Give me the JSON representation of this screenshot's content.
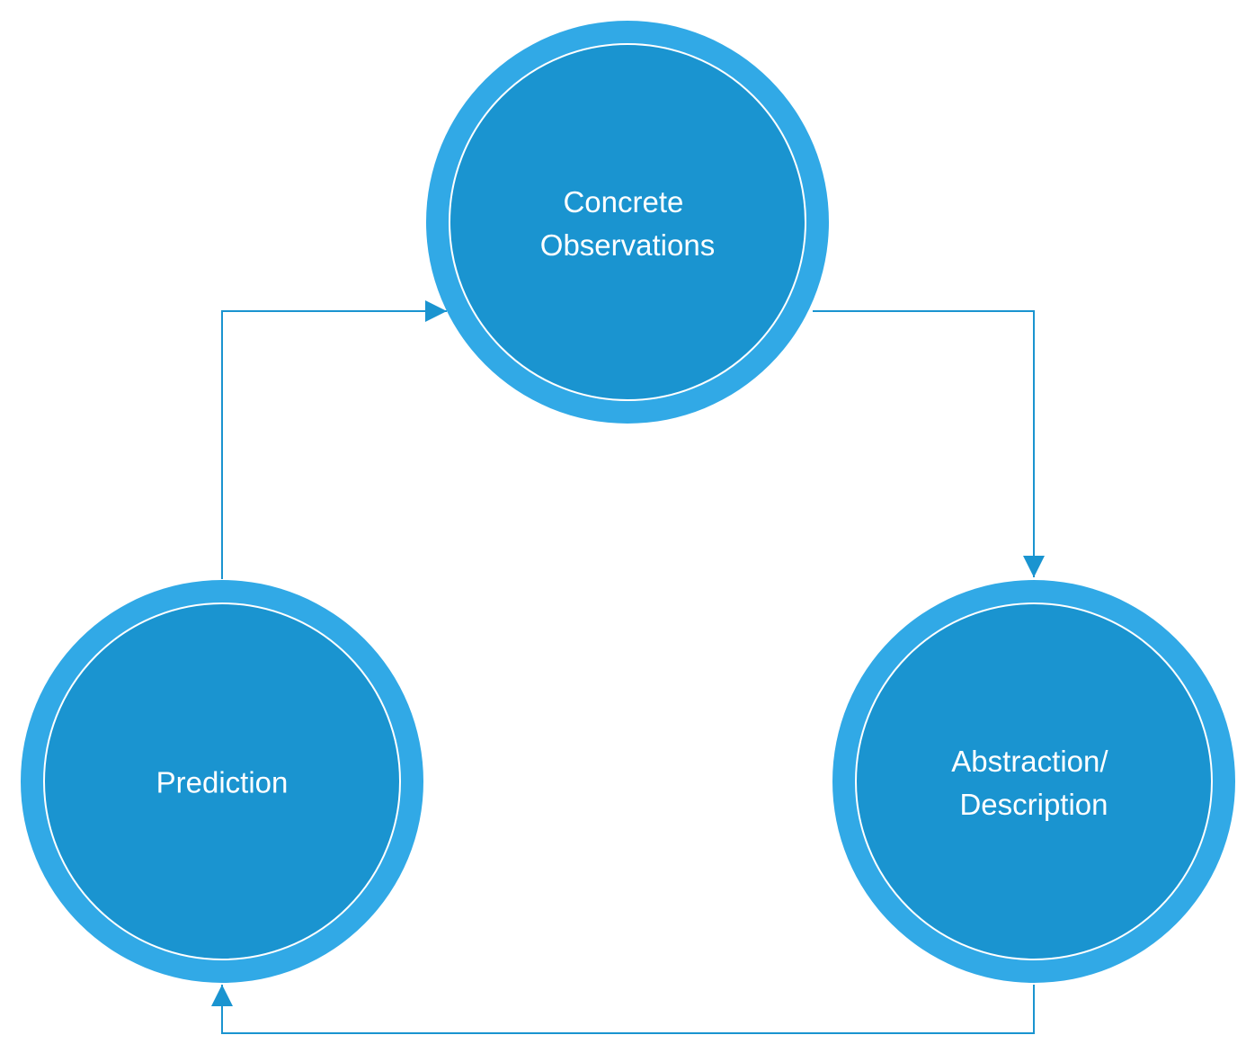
{
  "diagram": {
    "type": "cycle",
    "colors": {
      "outer_ring": "#31a9e6",
      "inner_fill": "#1a94d0",
      "inner_border": "#ffffff",
      "connector": "#1a94d0",
      "label": "#ffffff",
      "background": "#ffffff"
    },
    "nodes": [
      {
        "id": "concrete",
        "lines": [
          "Concrete",
          "Observations"
        ]
      },
      {
        "id": "abstraction",
        "lines": [
          "Abstraction/",
          "Description"
        ]
      },
      {
        "id": "prediction",
        "lines": [
          "Prediction"
        ]
      }
    ],
    "edges": [
      {
        "from": "concrete",
        "to": "abstraction"
      },
      {
        "from": "abstraction",
        "to": "prediction"
      },
      {
        "from": "prediction",
        "to": "concrete"
      }
    ]
  }
}
